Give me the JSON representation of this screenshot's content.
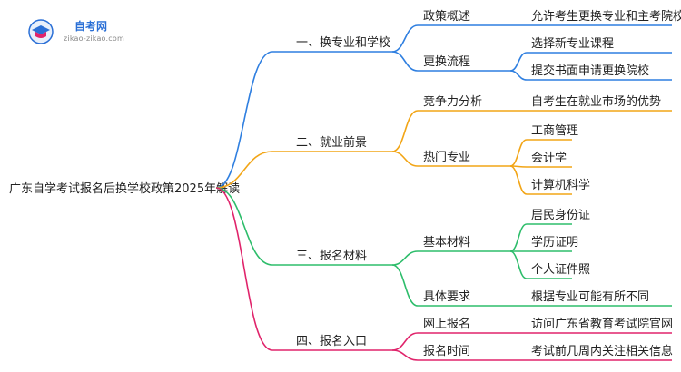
{
  "logo": {
    "title": "自考网",
    "subtitle": "zikao-zikao.com",
    "icon": "graduation-cap-icon"
  },
  "colors": {
    "branch1": "#2f7fe0",
    "branch2": "#f2a516",
    "branch3": "#2ebd6b",
    "branch4": "#e0246b",
    "text": "#222222"
  },
  "root": "广东自学考试报名后换学校政策2025年解读",
  "branches": [
    {
      "label": "一、换专业和学校",
      "children": [
        {
          "label": "政策概述",
          "children": [
            "允许考生更换专业和主考院校"
          ]
        },
        {
          "label": "更换流程",
          "children": [
            "选择新专业课程",
            "提交书面申请更换院校"
          ]
        }
      ]
    },
    {
      "label": "二、就业前景",
      "children": [
        {
          "label": "竞争力分析",
          "children": [
            "自考生在就业市场的优势"
          ]
        },
        {
          "label": "热门专业",
          "children": [
            "工商管理",
            "会计学",
            "计算机科学"
          ]
        }
      ]
    },
    {
      "label": "三、报名材料",
      "children": [
        {
          "label": "基本材料",
          "children": [
            "居民身份证",
            "学历证明",
            "个人证件照"
          ]
        },
        {
          "label": "具体要求",
          "children": [
            "根据专业可能有所不同"
          ]
        }
      ]
    },
    {
      "label": "四、报名入口",
      "children": [
        {
          "label": "网上报名",
          "children": [
            "访问广东省教育考试院官网"
          ]
        },
        {
          "label": "报名时间",
          "children": [
            "考试前几周内关注相关信息"
          ]
        }
      ]
    }
  ]
}
